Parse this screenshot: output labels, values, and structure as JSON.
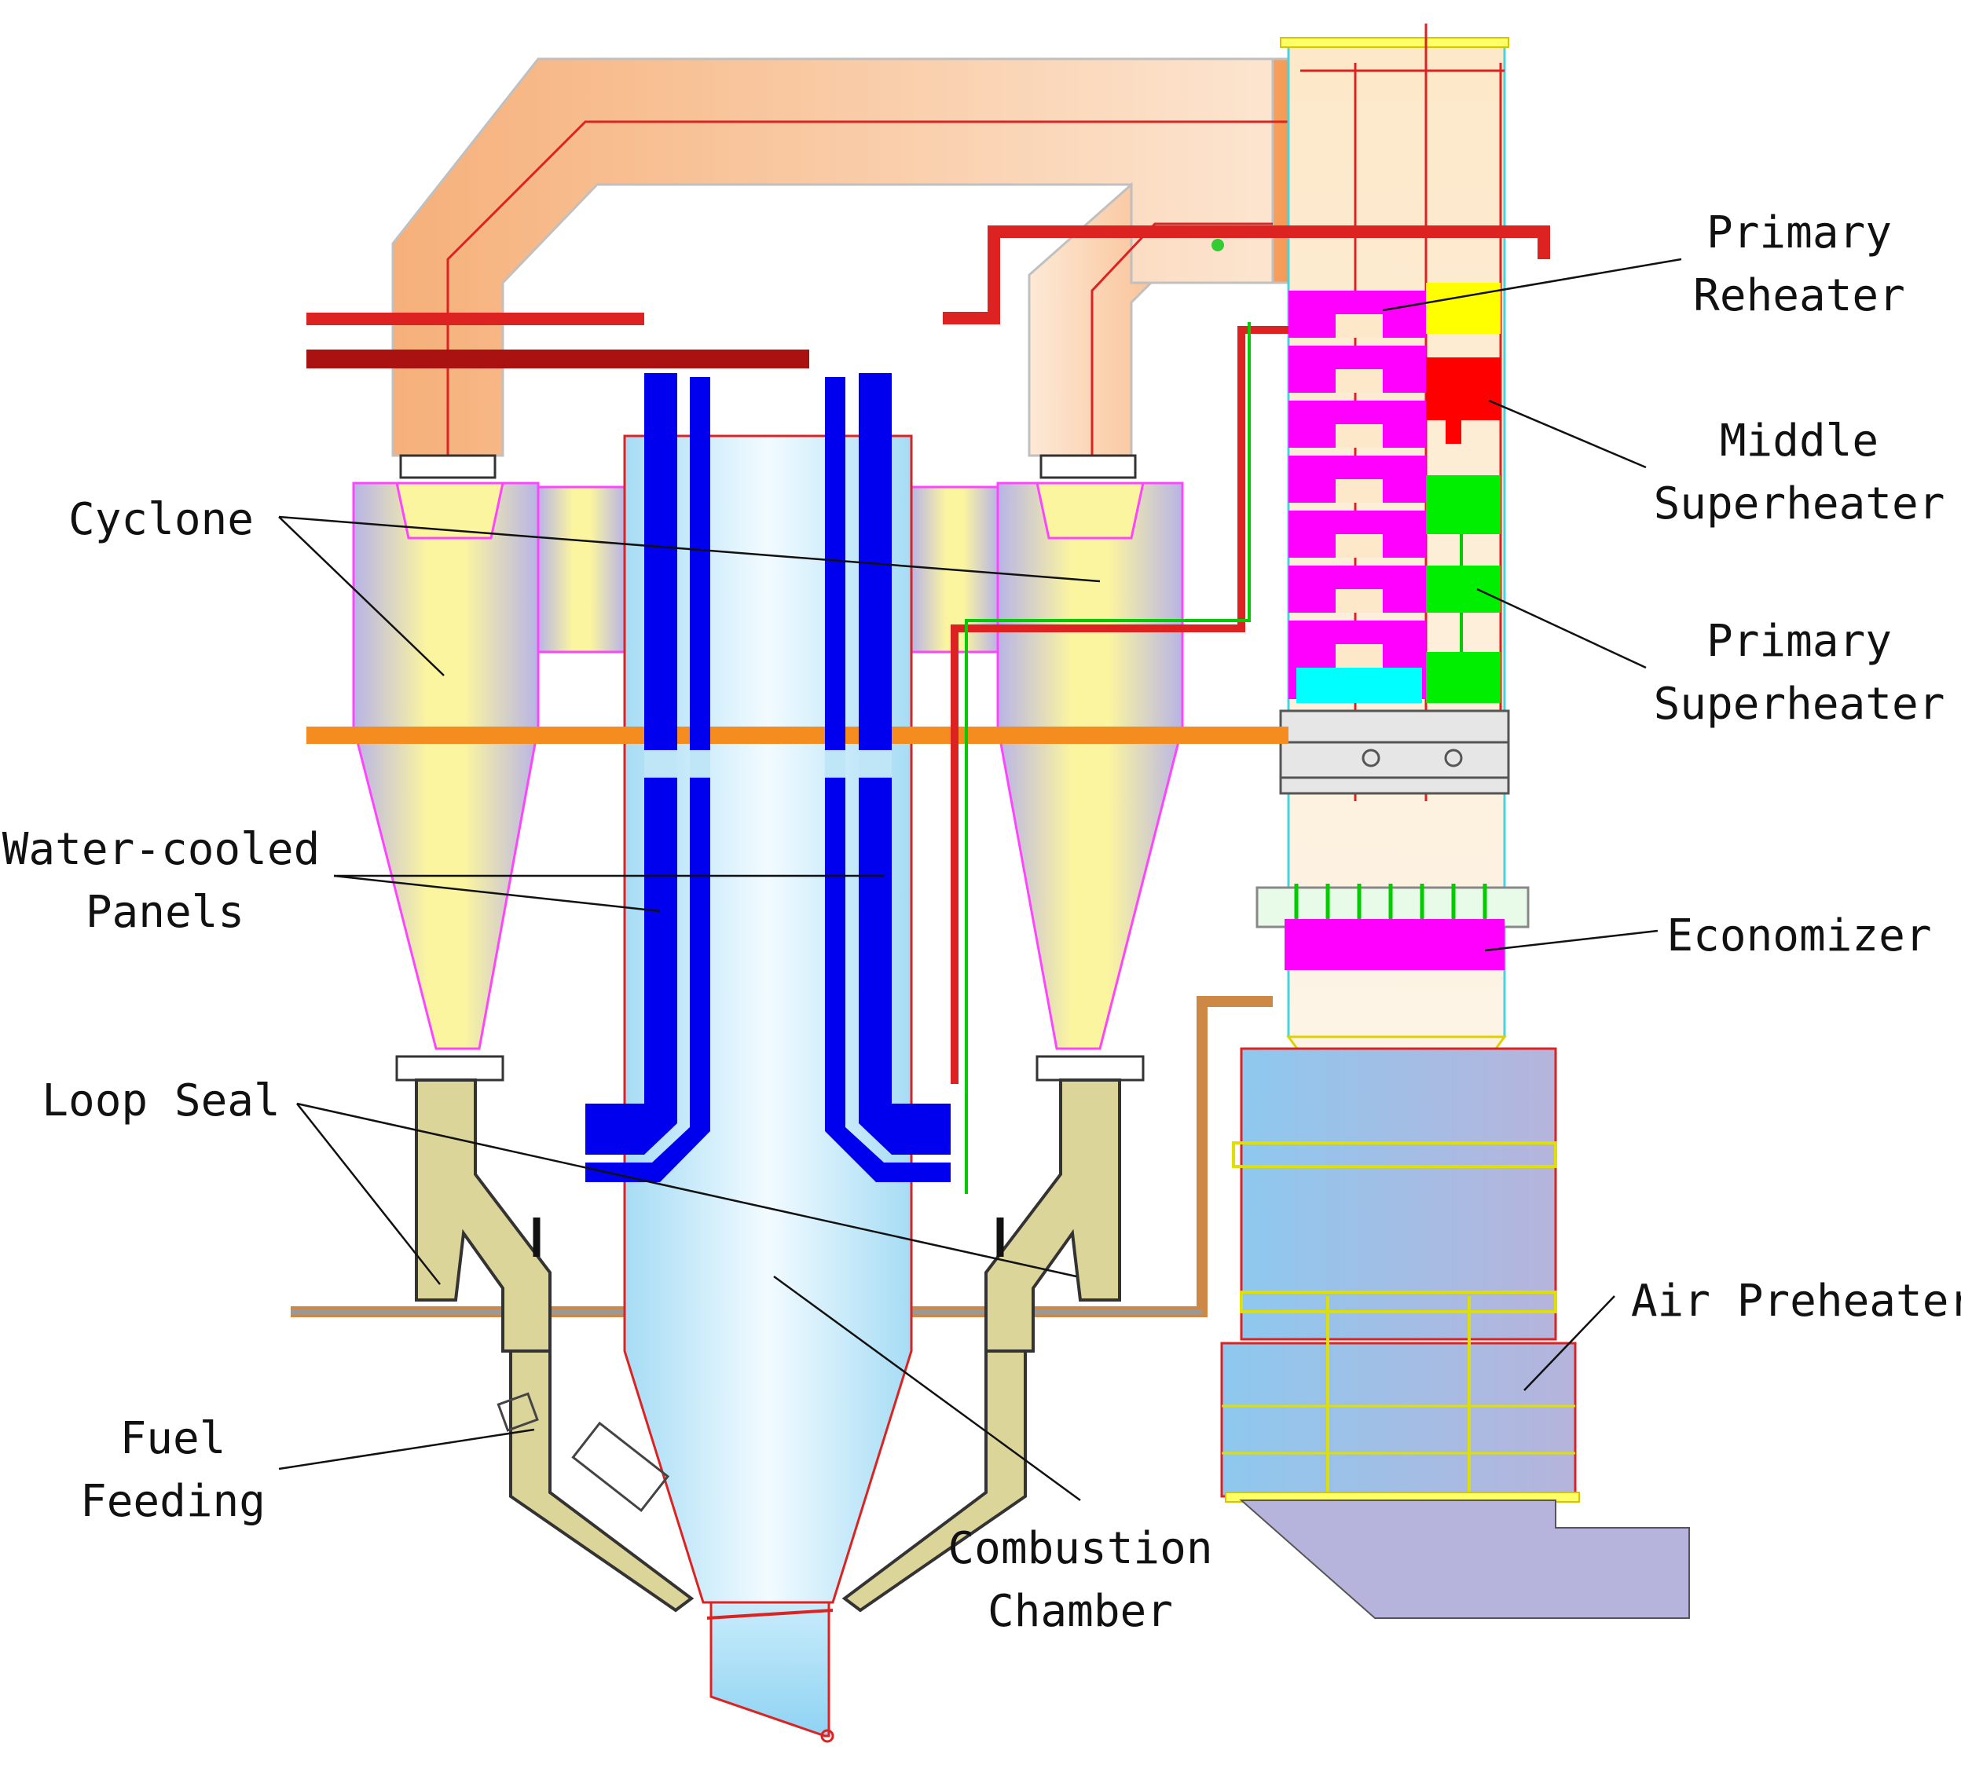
{
  "labels": {
    "cyclone": "Cyclone",
    "water_cooled_1": "Water-cooled",
    "water_cooled_2": "Panels",
    "loop_seal": "Loop Seal",
    "fuel_1": "Fuel",
    "fuel_2": "Feeding",
    "combustion_1": "Combustion",
    "combustion_2": "Chamber",
    "primary_reheater_1": "Primary",
    "primary_reheater_2": "Reheater",
    "middle_sh_1": "Middle",
    "middle_sh_2": "Superheater",
    "primary_sh_1": "Primary",
    "primary_sh_2": "Superheater",
    "economizer": "Economizer",
    "air_preheater": "Air Preheater"
  },
  "colors": {
    "reheater": "#ff00ff",
    "middle_superheater": "#ff0000",
    "primary_superheater": "#00dd00",
    "water_panels": "#0000ee",
    "steam_pipe": "#dd2222",
    "flue_duct": "#f5a15a",
    "cyclone_body": "#f8f08a",
    "chamber": "#bfe6f7",
    "air_preheater": "#8ec8ee",
    "loop_seal": "#dcd59a",
    "outline": "#ff44ff"
  }
}
